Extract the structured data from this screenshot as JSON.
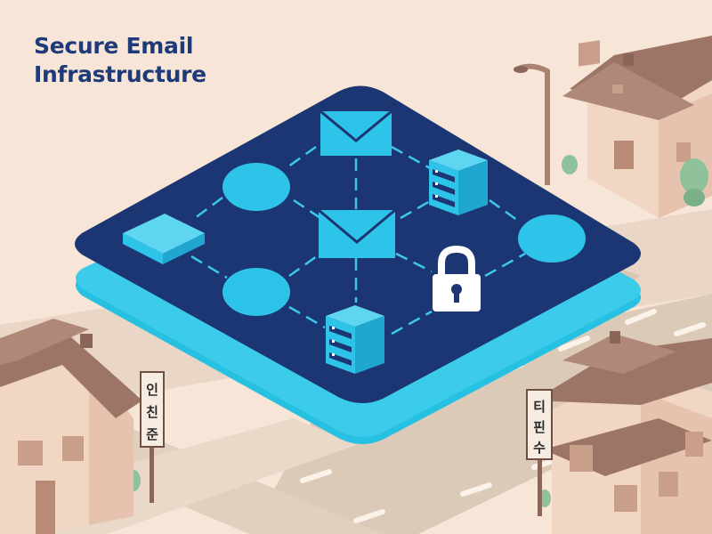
{
  "title": {
    "line1": "Secure Email",
    "line2": "Infrastructure"
  },
  "signs": {
    "left": [
      "인",
      "친",
      "준"
    ],
    "right": [
      "티",
      "핀",
      "수"
    ]
  },
  "diagram": {
    "nodes": [
      {
        "name": "email-node-top",
        "icon": "envelope-icon"
      },
      {
        "name": "server-node-right",
        "icon": "server-icon"
      },
      {
        "name": "circle-node-left",
        "icon": "circle-icon"
      },
      {
        "name": "circle-node-right",
        "icon": "circle-icon"
      },
      {
        "name": "block-node-left",
        "icon": "block-icon"
      },
      {
        "name": "email-node-center",
        "icon": "envelope-icon"
      },
      {
        "name": "lock-node",
        "icon": "padlock-icon"
      },
      {
        "name": "circle-node-bottom",
        "icon": "circle-icon"
      },
      {
        "name": "server-node-bottom",
        "icon": "server-icon"
      }
    ]
  },
  "colors": {
    "background": "#f7e6d7",
    "platform_top": "#1b3672",
    "platform_side": "#26c0e3",
    "node": "#2ec3e8",
    "connector": "#3cc8ec",
    "title": "#1e3a78",
    "roof": "#9c7566",
    "wall": "#f1d6c4",
    "road": "#dccab9"
  }
}
